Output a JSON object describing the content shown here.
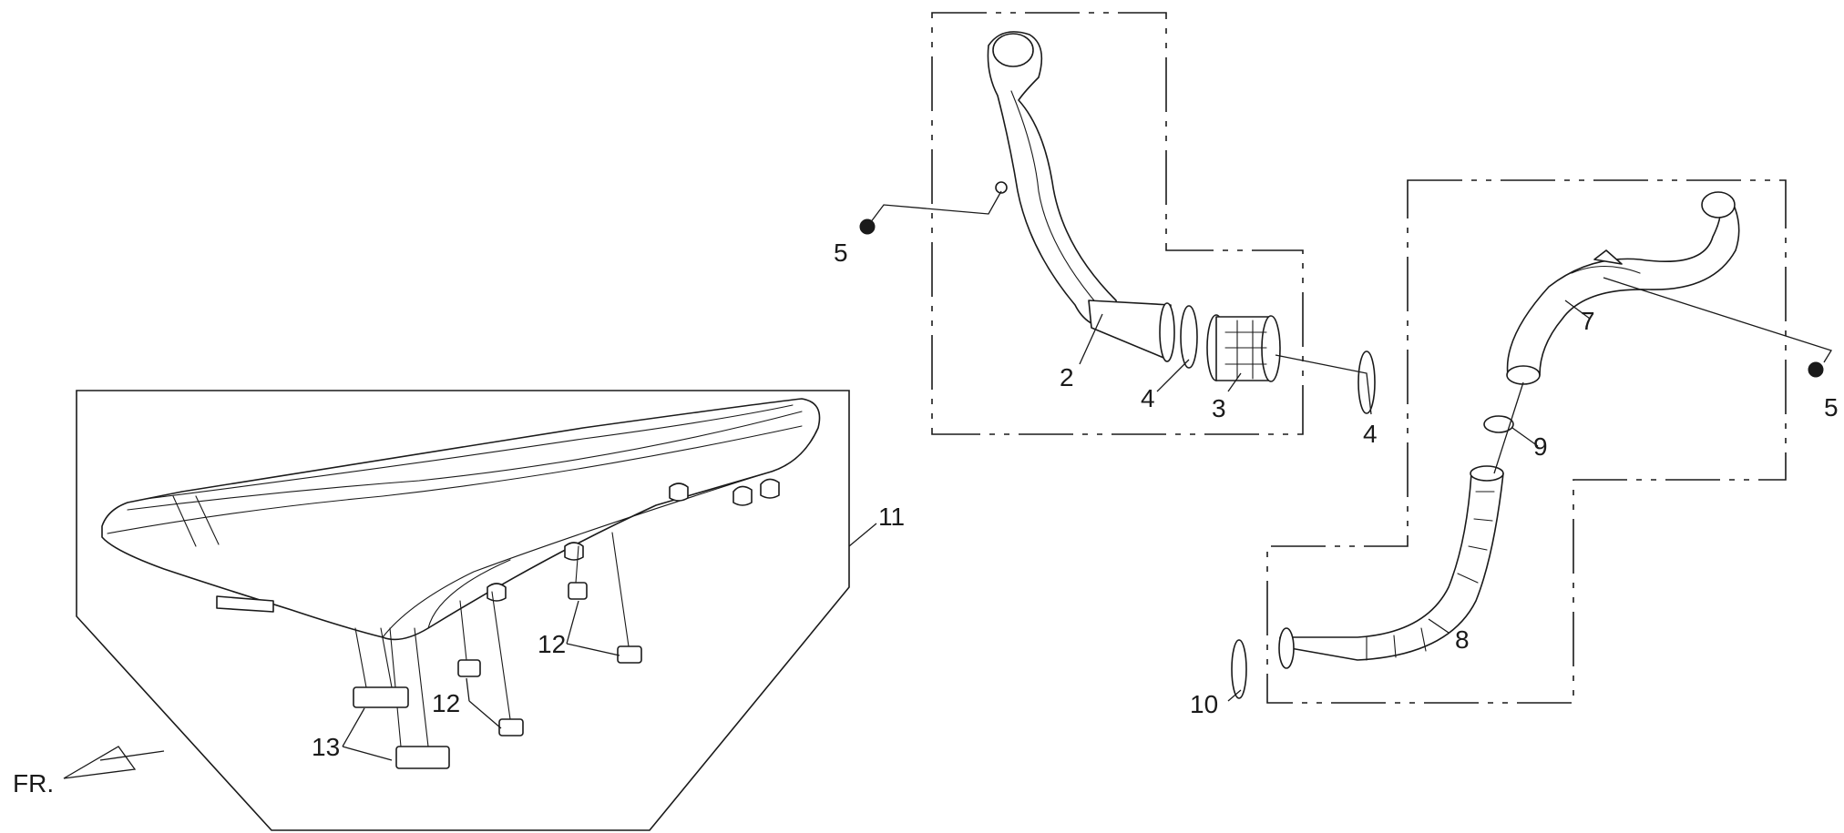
{
  "diagram": {
    "callouts": [
      {
        "id": "c2",
        "text": "2"
      },
      {
        "id": "c3",
        "text": "3"
      },
      {
        "id": "c4a",
        "text": "4"
      },
      {
        "id": "c4b",
        "text": "4"
      },
      {
        "id": "c5a",
        "text": "5"
      },
      {
        "id": "c5b",
        "text": "5"
      },
      {
        "id": "c7",
        "text": "7"
      },
      {
        "id": "c8",
        "text": "8"
      },
      {
        "id": "c9",
        "text": "9"
      },
      {
        "id": "c10",
        "text": "10"
      },
      {
        "id": "c11",
        "text": "11"
      },
      {
        "id": "c12a",
        "text": "12"
      },
      {
        "id": "c12b",
        "text": "12"
      },
      {
        "id": "c13",
        "text": "13"
      }
    ],
    "direction_label": "FR."
  }
}
